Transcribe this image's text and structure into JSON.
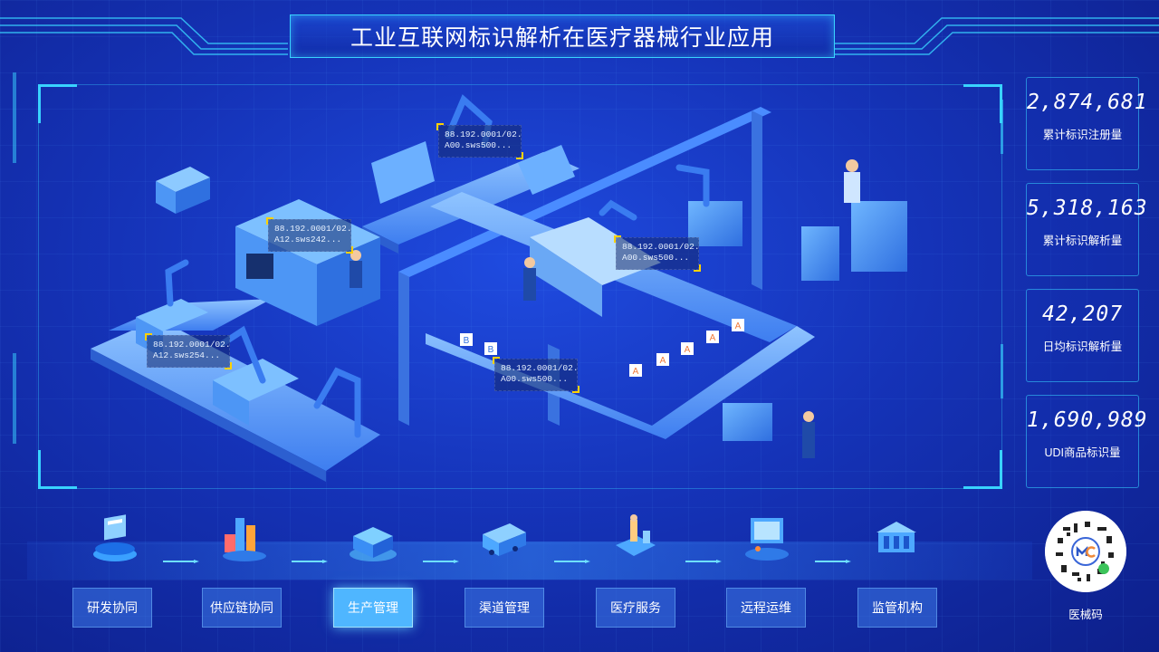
{
  "page": {
    "title": "工业互联网标识解析在医疗器械行业应用"
  },
  "tags": [
    {
      "line1": "88.192.0001/02.",
      "line2": "A00.sws500..."
    },
    {
      "line1": "88.192.0001/02.",
      "line2": "A12.sws242..."
    },
    {
      "line1": "88.192.0001/02.",
      "line2": "A00.sws500..."
    },
    {
      "line1": "88.192.0001/02.",
      "line2": "A12.sws254..."
    },
    {
      "line1": "88.192.0001/02.",
      "line2": "A00.sws500..."
    }
  ],
  "box_labels": {
    "b": "B",
    "a": "A"
  },
  "stats": [
    {
      "value": "2,874,681",
      "label": "累计标识注册量"
    },
    {
      "value": "5,318,163",
      "label": "累计标识解析量"
    },
    {
      "value": "42,207",
      "label": "日均标识解析量"
    },
    {
      "value": "1,690,989",
      "label": "UDI商品标识量"
    }
  ],
  "flow": {
    "steps": [
      {
        "label": "研发协同",
        "icon": "rd-collab-icon"
      },
      {
        "label": "供应链协同",
        "icon": "supply-chain-icon"
      },
      {
        "label": "生产管理",
        "icon": "production-icon"
      },
      {
        "label": "渠道管理",
        "icon": "truck-icon"
      },
      {
        "label": "医疗服务",
        "icon": "medical-service-icon"
      },
      {
        "label": "远程运维",
        "icon": "remote-ops-icon"
      },
      {
        "label": "监管机构",
        "icon": "regulator-icon"
      }
    ],
    "active_index": 2
  },
  "qr": {
    "label": "医械码"
  },
  "colors": {
    "accent": "#39d3ff",
    "active": "#4fb6ff",
    "highlight": "#ffd200",
    "bg": "#1533b8"
  }
}
